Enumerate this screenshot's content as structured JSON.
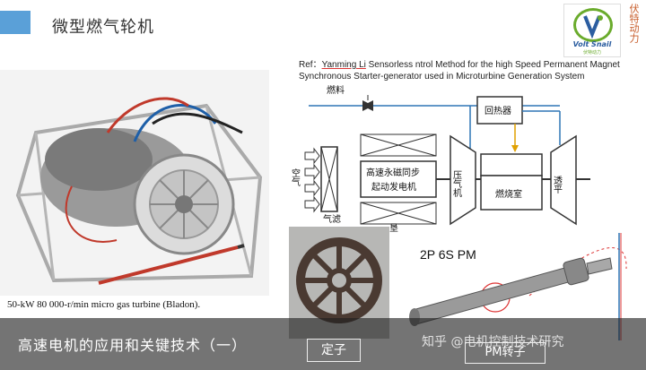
{
  "slide": {
    "title": "微型燃气轮机",
    "accent_color": "#5aa0d8"
  },
  "logo": {
    "name": "Volt Snail",
    "subtitle": "伏特动力",
    "vertical": "伏特动力"
  },
  "reference": {
    "prefix": "Ref：",
    "author": "Yanming Li",
    "text": " Sensorless ntrol Method for the high Speed Permanent Magnet Synchronous Starter-generator used in Microturbine Generation System"
  },
  "photo": {
    "caption": "50-kW 80 000-r/min micro gas turbine (Bladon)."
  },
  "diagram": {
    "fuel": "燃料",
    "air": "空气",
    "generator_line1": "高速永磁同步",
    "generator_line2": "起动发电机",
    "compressor": "压气机",
    "recuperator": "回热器",
    "combustor": "燃烧室",
    "turbine": "透平",
    "filter": "气滤",
    "base_char": "垦"
  },
  "rotor": {
    "pm_label": "2P 6S PM"
  },
  "banner": {
    "title": "高速电机的应用和关键技术（一）",
    "stator_label": "定子",
    "rotor_label": "PM转子",
    "watermark": "知乎 @电机控制技术研究"
  }
}
